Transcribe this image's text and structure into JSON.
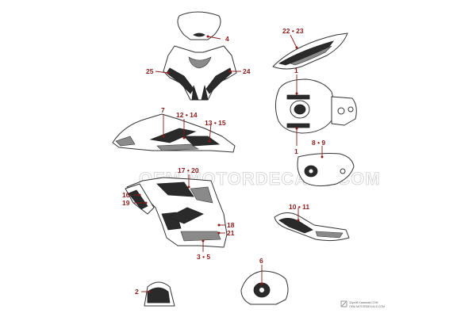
{
  "watermark": "OEM MOTORDECALS.COM",
  "footer": {
    "line1": "32px08 Kawasaki.COM",
    "line2": "OEM MOTORDECALS.COM"
  },
  "callouts": {
    "c4": "4",
    "c22_23": "22 • 23",
    "c25": "25",
    "c24": "24",
    "c1_top": "1",
    "c1_bottom": "1",
    "c7": "7",
    "c12_14": "12 • 14",
    "c13_15": "13 • 15",
    "c8_9": "8 • 9",
    "c17_20": "17 • 20",
    "c16": "16",
    "c19": "19",
    "c10_11": "10 • 11",
    "c18": "18",
    "c21": "21",
    "c3_5": "3 • 5",
    "c6": "6",
    "c2": "2"
  },
  "colors": {
    "callout": "#8b1a1a",
    "line": "#333333"
  }
}
